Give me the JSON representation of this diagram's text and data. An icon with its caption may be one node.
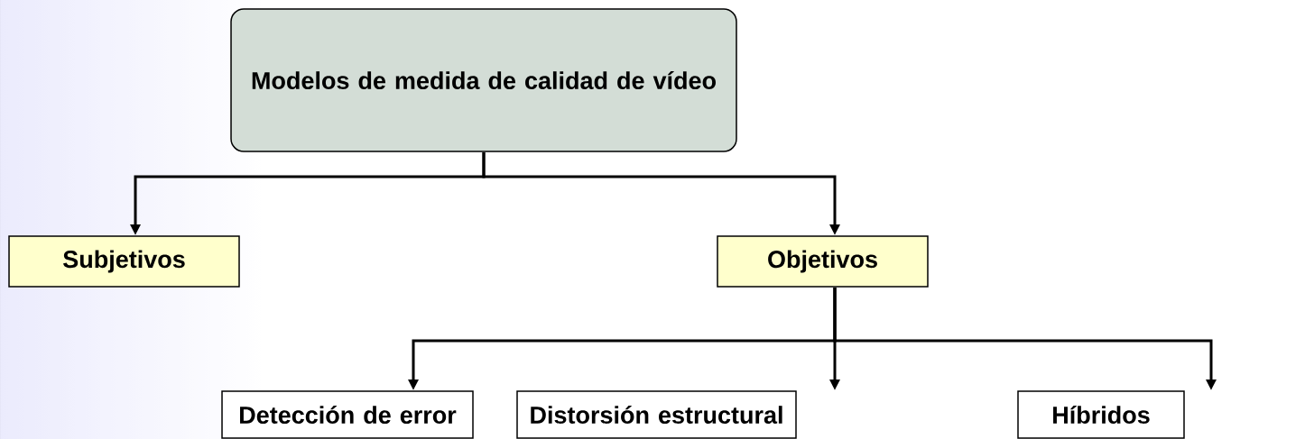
{
  "diagram": {
    "nodes": [
      {
        "text": [
          "Modelos de medida de calidad de vídeo"
        ]
      },
      {
        "text": [
          "Subjetivos"
        ]
      },
      {
        "text": [
          "Objetivos"
        ]
      },
      {
        "text": [
          "Detección de error"
        ]
      },
      {
        "text": [
          "Distorsión estructural"
        ]
      },
      {
        "text": [
          "Híbridos"
        ]
      }
    ],
    "edges": [
      {
        "from": 0,
        "to": 1,
        "arrow": "to"
      },
      {
        "from": 0,
        "to": 2,
        "arrow": "to"
      },
      {
        "from": 2,
        "to": 3,
        "arrow": "to"
      },
      {
        "from": 2,
        "to": 4,
        "arrow": "to"
      },
      {
        "from": 2,
        "to": 5,
        "arrow": "to"
      }
    ]
  }
}
